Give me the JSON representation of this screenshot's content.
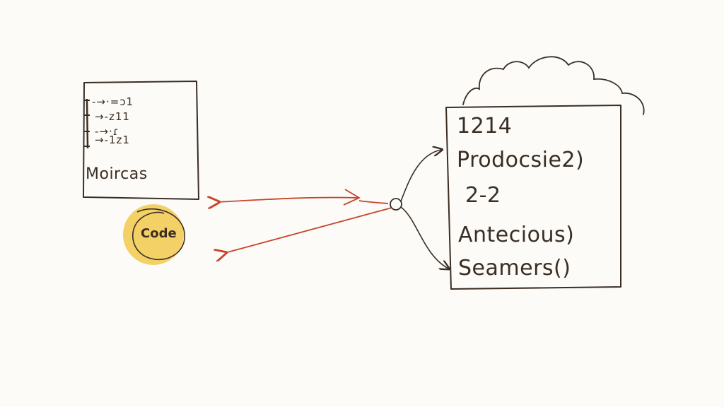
{
  "left_box": {
    "rows": [
      "-→·=ɔ1",
      "→-z11",
      "-→·ɾ",
      "→-1z1"
    ],
    "label": "Moircas"
  },
  "code_circle": {
    "label": "Code"
  },
  "right_box": {
    "rows": [
      "1214",
      "Prodocsie2)",
      "2-2",
      "Antecious)",
      "Seamers()"
    ]
  },
  "colors": {
    "ink": "#3a2e24",
    "arrow_red": "#c8442c",
    "circle_fill": "#f2c94c",
    "paper": "#fcfbf7"
  }
}
